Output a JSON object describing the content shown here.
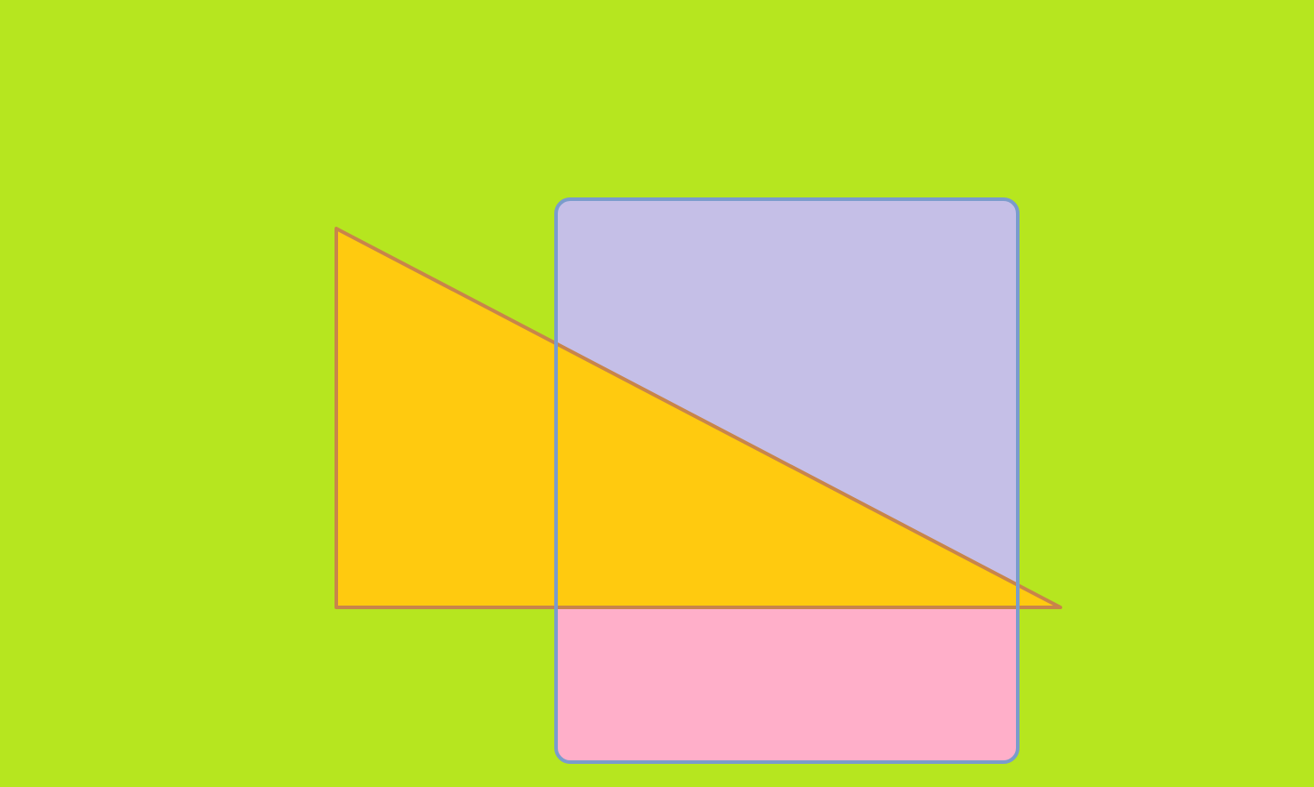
{
  "colors": {
    "background": "#b6e61f",
    "triangle_fill": "#ffca0f",
    "triangle_stroke": "#c8854a",
    "rect_fill": "#ffafc9",
    "rect_overlap_fill": "#c5bfe7",
    "rect_stroke": "#7a9ccc"
  },
  "shapes": [
    {
      "kind": "right-triangle",
      "name": "triangle"
    },
    {
      "kind": "rounded-rectangle",
      "name": "rounded-rectangle"
    }
  ]
}
